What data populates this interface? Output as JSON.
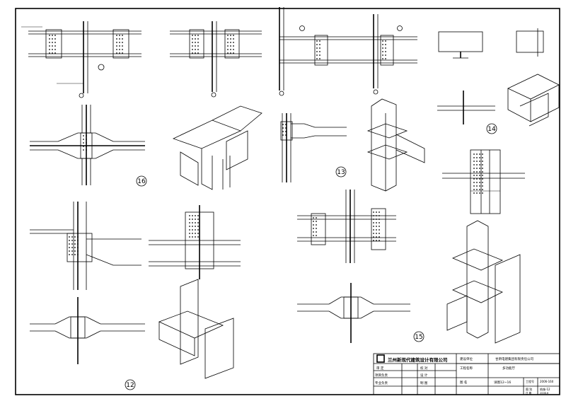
{
  "details": [
    {
      "id": "d16",
      "number": "16"
    },
    {
      "id": "d13",
      "number": "13"
    },
    {
      "id": "d14",
      "number": "14"
    },
    {
      "id": "d15",
      "number": "15"
    },
    {
      "id": "d12",
      "number": "12"
    }
  ],
  "title_block": {
    "company": "兰州新现代建筑设计有限公司",
    "review": "审 定",
    "check": "校 对",
    "project_lead": "项目负责",
    "design": "设 计",
    "discipline_lead": "专业负责",
    "draw": "制 图",
    "client_label": "建设单位",
    "client": "甘肃电建集团有限责任公司",
    "project_label": "工程名称",
    "project": "多功能厅",
    "drawing_name_label": "图 名",
    "drawing_name": "详图12~16",
    "sheet_no_label": "工程号",
    "sheet_no": "2006-160",
    "phase_label": "图 别",
    "phase": "结施-12",
    "date_label": "日 期",
    "date": "2006.6"
  }
}
